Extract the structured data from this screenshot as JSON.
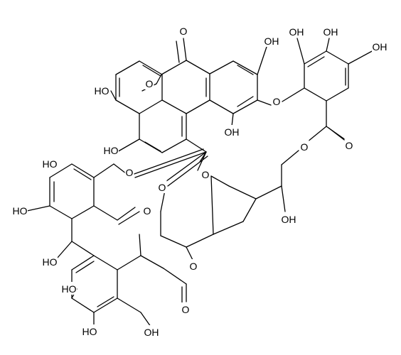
{
  "diagram": {
    "kind": "skeletal chemical structure",
    "bond_color": "#000000",
    "background": "#ffffff",
    "atom_labels": [
      {
        "id": "o_lactone_carbonyl",
        "text": "O"
      },
      {
        "id": "oh_top_center",
        "text": "OH"
      },
      {
        "id": "oh_top_right_1",
        "text": "OH"
      },
      {
        "id": "oh_top_right_2",
        "text": "OH"
      },
      {
        "id": "oh_right",
        "text": "OH"
      },
      {
        "id": "o_lactone_ring",
        "text": "O"
      },
      {
        "id": "oh_left_upper",
        "text": "HO"
      },
      {
        "id": "o_ether",
        "text": "O"
      },
      {
        "id": "oh_mid",
        "text": "OH"
      },
      {
        "id": "oh_left_lower",
        "text": "HO"
      },
      {
        "id": "o_ester_right_ring",
        "text": "O"
      },
      {
        "id": "o_ester_right_carbonyl",
        "text": "O"
      },
      {
        "id": "o_ring_center",
        "text": "O"
      },
      {
        "id": "o_carbonyl_center",
        "text": "O"
      },
      {
        "id": "o_carbonyl_center2",
        "text": "O"
      },
      {
        "id": "oh_sugar",
        "text": "OH"
      },
      {
        "id": "oh_far_left_1",
        "text": "HO"
      },
      {
        "id": "oh_far_left_2",
        "text": "HO"
      },
      {
        "id": "oh_far_left_3",
        "text": "HO"
      },
      {
        "id": "o_ester_left_ring",
        "text": "O"
      },
      {
        "id": "o_carbonyl_left",
        "text": "O"
      },
      {
        "id": "o_ester_bottom_ring",
        "text": "O"
      },
      {
        "id": "o_carbonyl_bottom",
        "text": "O"
      },
      {
        "id": "oh_bottom_1",
        "text": "HO"
      },
      {
        "id": "oh_bottom_2",
        "text": "HO"
      },
      {
        "id": "oh_bottom_3",
        "text": "OH"
      }
    ]
  }
}
